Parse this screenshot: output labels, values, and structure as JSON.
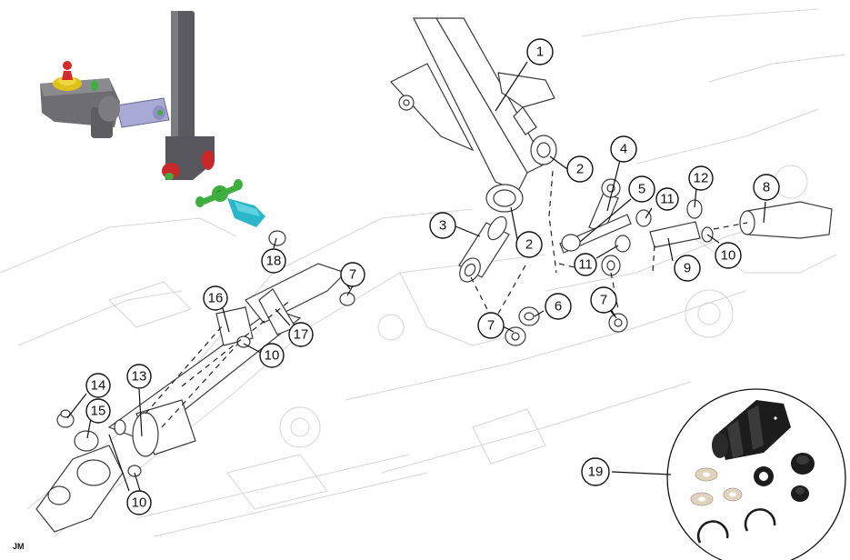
{
  "corner_label": "JM",
  "callouts": [
    {
      "id": "c1",
      "label": "1"
    },
    {
      "id": "c2a",
      "label": "2"
    },
    {
      "id": "c2b",
      "label": "2"
    },
    {
      "id": "c3",
      "label": "3"
    },
    {
      "id": "c4",
      "label": "4"
    },
    {
      "id": "c5",
      "label": "5"
    },
    {
      "id": "c6",
      "label": "6"
    },
    {
      "id": "c7a",
      "label": "7"
    },
    {
      "id": "c7b",
      "label": "7"
    },
    {
      "id": "c7c",
      "label": "7"
    },
    {
      "id": "c8",
      "label": "8"
    },
    {
      "id": "c9",
      "label": "9"
    },
    {
      "id": "c10a",
      "label": "10"
    },
    {
      "id": "c10b",
      "label": "10"
    },
    {
      "id": "c10c",
      "label": "10"
    },
    {
      "id": "c11a",
      "label": "11"
    },
    {
      "id": "c11b",
      "label": "11"
    },
    {
      "id": "c12",
      "label": "12"
    },
    {
      "id": "c13",
      "label": "13"
    },
    {
      "id": "c14",
      "label": "14"
    },
    {
      "id": "c15",
      "label": "15"
    },
    {
      "id": "c16",
      "label": "16"
    },
    {
      "id": "c17",
      "label": "17"
    },
    {
      "id": "c18",
      "label": "18"
    },
    {
      "id": "c19",
      "label": "19"
    }
  ],
  "colors": {
    "cylinder_body": "#6e6e72",
    "reservoir_cap": "#d42a2a",
    "collar": "#e0c21a",
    "clevis": "#a9a9d6",
    "pedal_arm": "#5a5a60",
    "bushing_red": "#c8282a",
    "fastener_green": "#3fae3f",
    "rod_end_cyan": "#2bb7c9",
    "seal_black": "#1c1c1c",
    "washer_tan": "#e2d3bc"
  }
}
